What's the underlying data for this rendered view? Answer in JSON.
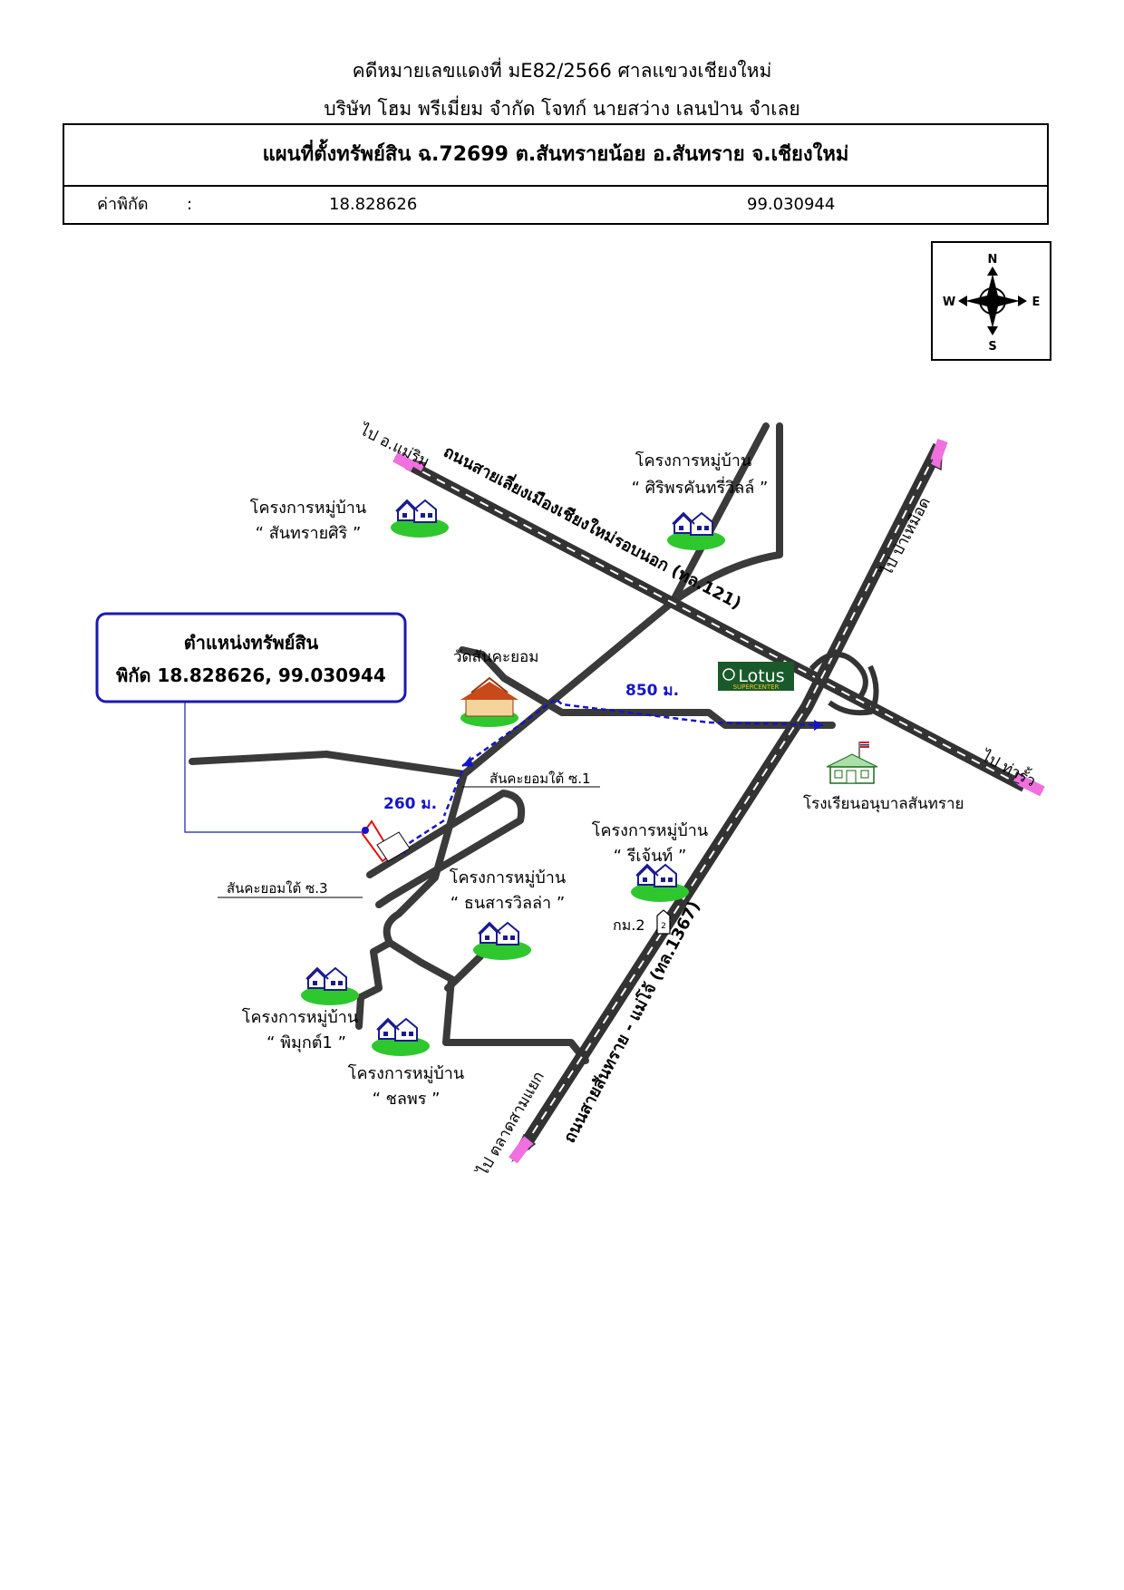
{
  "header": {
    "case_line": "คดีหมายเลขแดงที่ มE82/2566 ศาลแขวงเชียงใหม่",
    "parties_line": "บริษัท โฮม พรีเมี่ยม จำกัด โจทก์ นายสว่าง เลนป่าน จำเลย"
  },
  "info_box": {
    "title": "แผนที่ตั้งทรัพย์สิน ฉ.72699 ต.สันทรายน้อย อ.สันทราย จ.เชียงใหม่",
    "coord_label": "ค่าพิกัด",
    "coord_sep": ":",
    "latitude": "18.828626",
    "longitude": "99.030944"
  },
  "compass": {
    "n": "N",
    "s": "S",
    "e": "E",
    "w": "W"
  },
  "callout": {
    "title": "ตำแหน่งทรัพย์สิน",
    "coords": "พิกัด 18.828626, 99.030944"
  },
  "roads": {
    "ring_road": "ถนนสายเลี่ยงเมืองเชียงใหม่รอบนอก (ทล.121)",
    "sansai_road": "ถนนสายสันทราย - แม่โจ้ (ทล.1367)",
    "to_maerim": "ไป อ.แม่ริม",
    "to_paphueat": "ไป ป่าเหมือด",
    "to_tharua": "ไป ท่ารั้ว",
    "to_talat": "ไป ตลาดสามแยก",
    "soi1": "สันคะยอมใต้ ซ.1",
    "soi3": "สันคะยอมใต้ ซ.3",
    "km_marker": "กม.2"
  },
  "distances": {
    "d850": "850 ม.",
    "d260": "260 ม."
  },
  "landmarks": {
    "temple": "วัดสันคะยอม",
    "school": "โรงเรียนอนุบาลสันทราย",
    "lotus_main": "Lotus",
    "lotus_sub": "SUPERCENTER",
    "km_sign": "2"
  },
  "villages": [
    {
      "prefix": "โครงการหมู่บ้าน",
      "name": "“ สันทรายศิริ ”"
    },
    {
      "prefix": "โครงการหมู่บ้าน",
      "name": "“ ศิริพรคันทรี่วิลล์ ”"
    },
    {
      "prefix": "โครงการหมู่บ้าน",
      "name": "“ รีเจ้นท์ ”"
    },
    {
      "prefix": "โครงการหมู่บ้าน",
      "name": "“ ธนสารวิลล่า ”"
    },
    {
      "prefix": "โครงการหมู่บ้าน",
      "name": "“ พิมุกต์1 ”"
    },
    {
      "prefix": "โครงการหมู่บ้าน",
      "name": "“ ชลพร ”"
    }
  ],
  "colors": {
    "road": "#3a3a3a",
    "arrow_fill": "#f070e0",
    "route": "#1515c8",
    "callout_border": "#1a1ab0",
    "property_marker": "#e01010",
    "grass": "#2ec82e"
  }
}
